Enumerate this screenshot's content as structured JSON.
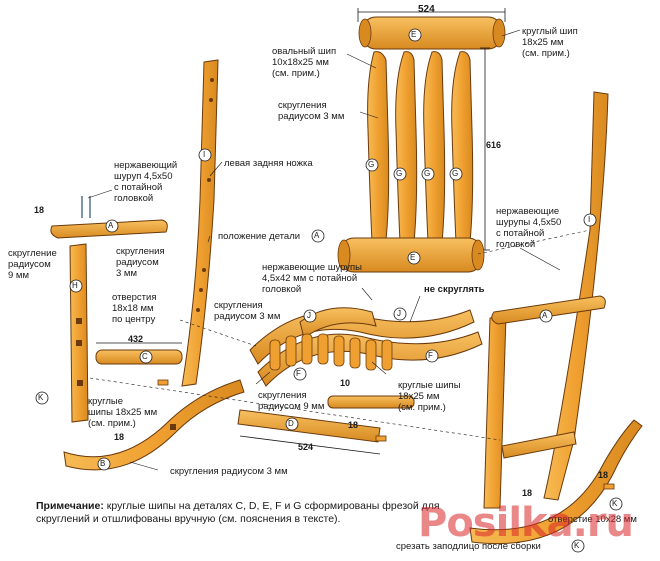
{
  "dimensions": {
    "d524_top": "524",
    "d616": "616",
    "d18_left": "18",
    "d432": "432",
    "d524_bottom": "524",
    "d18_mid": "18",
    "d18_bottom": "18",
    "d18_right": "18",
    "d18_right2": "18",
    "d10": "10"
  },
  "labels": {
    "oval_tenon": "овальный шип\n10x18x25 мм\n(см. прим.)",
    "round_tenon_top": "круглый шип\n18x25 мм\n(см. прим.)",
    "round_3mm_back": "скругления\nрадиусом 3 мм",
    "left_rear_leg": "левая задняя ножка",
    "screw_left": "нержавеющий\nшуруп 4,5x50\nс потайной\nголовкой",
    "round_9mm_left": "скругление\nрадиусом\n9 мм",
    "round_3mm_arm": "скругления\nрадиусом\n3 мм",
    "holes": "отверстия\n18x18 мм\nпо центру",
    "part_position": "положение детали",
    "screws_mid": "нержавеющие шурупы\n4,5x42 мм с потайной\nголовкой",
    "no_round": "не скруглять",
    "screws_right": "нержавеющие\nшурупы 4,5x50\nс потайной\nголовкой",
    "round_3mm_seat": "скругления\nрадиусом 3 мм",
    "round_tenons_left": "круглые\nшипы 18x25 мм\n(см. прим.)",
    "round_9mm_seat": "скругления\nрадиусом 9 мм",
    "round_tenons_right": "круглые шипы\n18x25 мм\n(см. прим.)",
    "round_3mm_rocker": "скругления радиусом 3 мм",
    "hole_right": "отверстие 10x28 мм",
    "cut_flush": "срезать заподлицо после сборки"
  },
  "parts": {
    "A": "A",
    "B": "B",
    "C": "C",
    "D": "D",
    "E": "E",
    "F": "F",
    "G": "G",
    "H": "H",
    "I": "I",
    "J": "J",
    "K": "K"
  },
  "note": {
    "title": "Примечание:",
    "text": "круглые шипы на деталях C, D, E, F и G сформированы фрезой для скруглений и отшлифованы вручную (см. пояснения в тексте)."
  },
  "watermark": "Posilka.ru",
  "colors": {
    "wood": "#f0a030",
    "wood_dark": "#c87818",
    "outline": "#6b3a0c",
    "watermark": "#d9262a"
  }
}
